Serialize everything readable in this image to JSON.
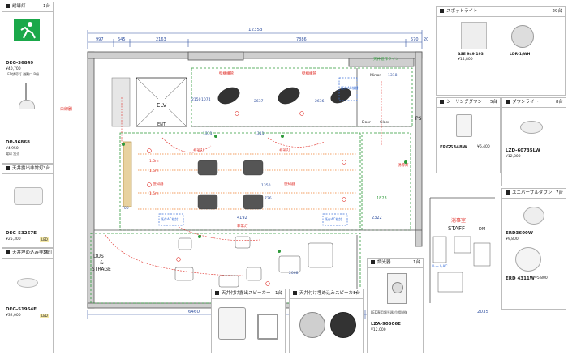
{
  "dimensions": {
    "top_total": "12353",
    "top_segments": [
      "997",
      "645",
      "2163",
      "7886",
      "570"
    ],
    "right_block": "20",
    "bottom_left": "6460",
    "bottom_right": "2035",
    "mid_4192": "4192",
    "mid_2322": "2322",
    "mid_1823": "1823",
    "mid_1350": "1350",
    "mid_1311_a": "1311",
    "mid_1311_b": "1311",
    "mid_1318": "1318",
    "mid_2637": "2637",
    "mid_2636": "2636",
    "mid_1074": "1074",
    "mid_2150": "2150",
    "mid_2068": "2068",
    "mid_700": "700",
    "mid_726": "726"
  },
  "rooms": {
    "elv": "ELV",
    "ent": "ENT",
    "ps": "PS",
    "dust": "DUST\n&\nSTRAGE",
    "staff": "STAFF",
    "staff_jp": "消事室",
    "dm": "DM"
  },
  "plan_labels": {
    "mirror": "Mirror",
    "door": "Door",
    "glass": "Glass",
    "keep_wall": "壁構構管",
    "keep_wall2": "壁構構管",
    "shelf_line": "天井遊作ライン",
    "existing_ac": "既存AC検討",
    "existing_ac2": "既存AC検討",
    "existing_ac3": "既存AC検討",
    "ceiling_light": "天井灯",
    "emergency": "非常灯",
    "sensor": "感知器",
    "lobby": "ロ線器",
    "guide_light": "誘導灯",
    "hm": "1.5m",
    "hm2": "1.5m",
    "hm3": "1.5m",
    "room_label": "ルームAC"
  },
  "cards": {
    "guide": {
      "title": "誘導灯",
      "count": "1台",
      "model": "DEG-36849",
      "price": "¥40,700",
      "note": "LED誘導灯 避難口 B級"
    },
    "pendant": {
      "title": "",
      "count": "",
      "model": "DP-36868",
      "price": "¥4,950",
      "note": "電球 別売"
    },
    "ceiling_em": {
      "title": "天井露出非常灯",
      "count": "3台",
      "model": "DEG-53267E",
      "price": "¥25,300",
      "tag": "LED"
    },
    "embedded_em": {
      "title": "天井埋め込み非常灯",
      "count": "3台",
      "model": "DEG-51964E",
      "price": "¥32,000",
      "tag": "LED"
    },
    "spot": {
      "title": "スポットライト",
      "count": "29台",
      "model": "ASE 949 193",
      "price": "¥14,800",
      "model2": "LDR-1/WH"
    },
    "ceiling_down": {
      "title": "シーリングダウン",
      "count": "5台",
      "model": "ERG5348W",
      "price": "¥6,400"
    },
    "downlight": {
      "title": "ダウンライト",
      "count": "8台",
      "model": "LZD-60735LW",
      "price": "¥12,800"
    },
    "universal": {
      "title": "ユニバーサルダウン",
      "count": "7台",
      "model": "ERD3600W",
      "price": "¥9,800"
    },
    "universal2": {
      "model": "ERD 4311W",
      "price": "¥5,800"
    },
    "dimmer": {
      "title": "調光器",
      "count": "1台",
      "model": "LZA-90306E",
      "price": "¥12,000",
      "note": "LED専用調光器 位相制御"
    },
    "speaker_exposed": {
      "title": "天井付け露出スピーカー",
      "count": "1台"
    },
    "speaker_embedded": {
      "title": "天井付け埋め込みスピーカー",
      "count": "1台"
    }
  },
  "colors": {
    "wall": "#555555",
    "wall_fill": "#bdbdbd",
    "green": "#2e9a3a",
    "red": "#e0302a",
    "orange": "#f08030",
    "blue": "#3a6fd8",
    "purple": "#7a3fb0",
    "dim_blue": "#3050a0"
  }
}
